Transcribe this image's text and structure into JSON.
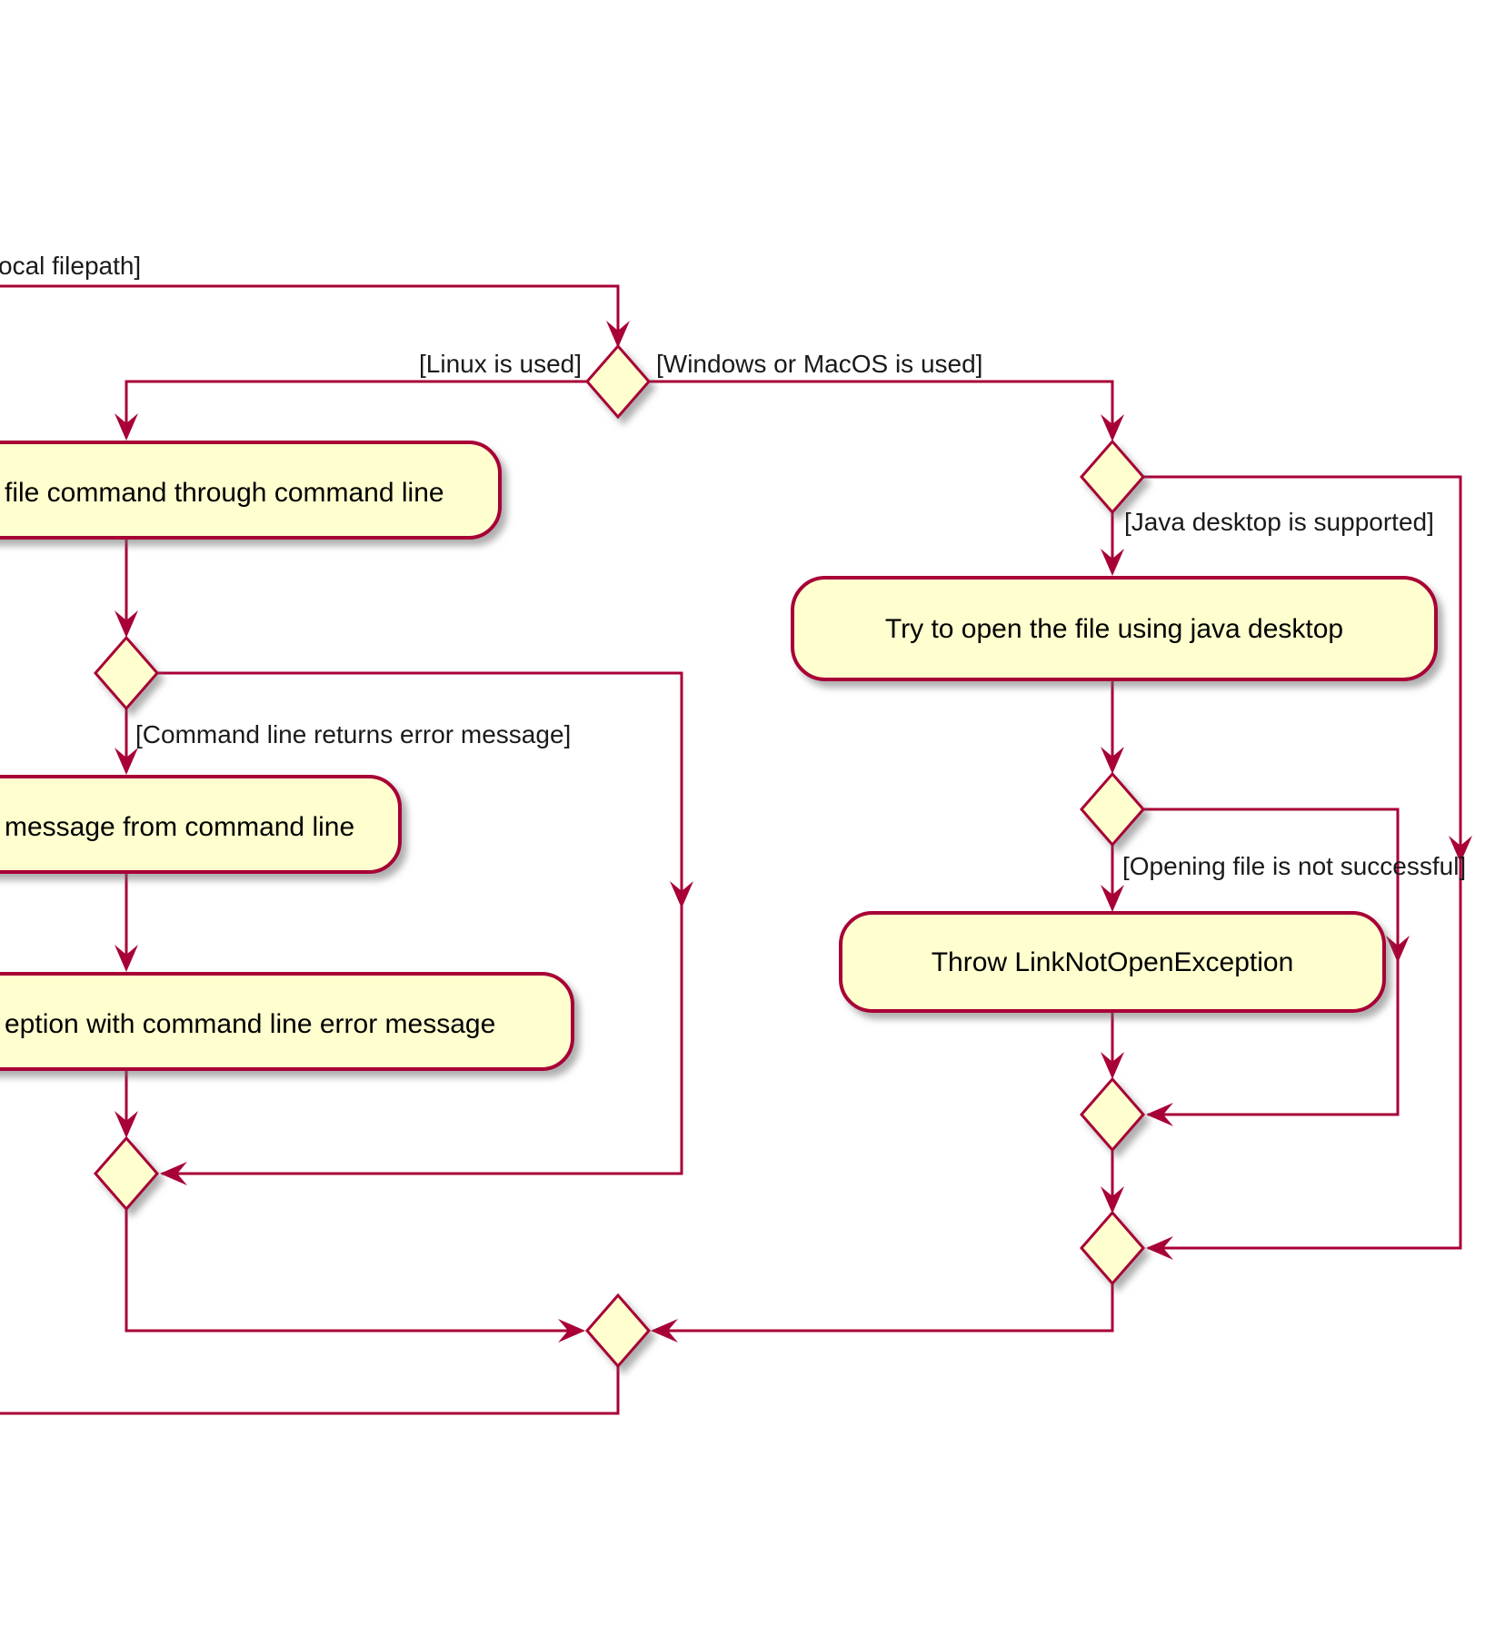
{
  "diagram": {
    "kind": "activity-flowchart",
    "colors": {
      "node_fill": "#FEFECE",
      "edge": "#A80036",
      "text": "#000000",
      "shadow": "#6e6e6e"
    },
    "activities": {
      "open_cmd": {
        "label": "file command through command line"
      },
      "error_msg": {
        "label": "message from command line"
      },
      "throw_cmd": {
        "label": "eption with command line error message"
      },
      "java_open": {
        "label": "Try to open the file using java desktop"
      },
      "java_throw": {
        "label": "Throw LinkNotOpenException"
      }
    },
    "edge_labels": {
      "local_filepath": "ocal filepath]",
      "linux": "[Linux is used]",
      "windows_macos": "[Windows or MacOS is used]",
      "java_supported": "[Java desktop is supported]",
      "cmd_error": "[Command line returns error message]",
      "open_fail": "[Opening file is not successful]"
    }
  }
}
